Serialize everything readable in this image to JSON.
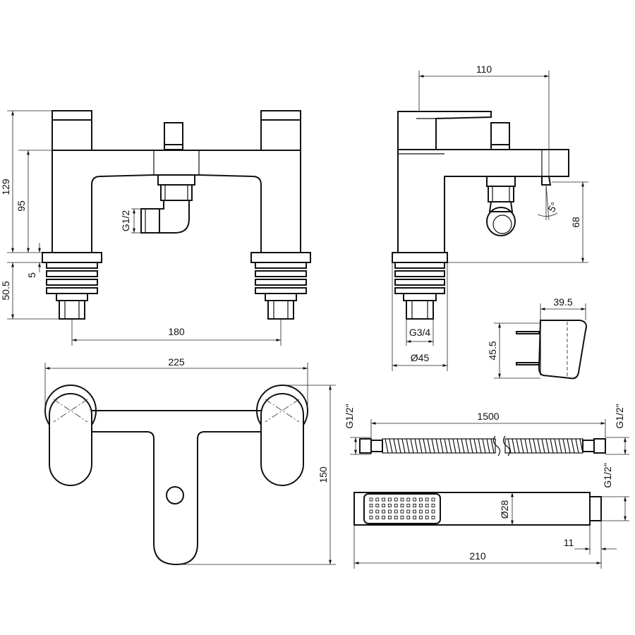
{
  "dimensions": {
    "total_height": "129",
    "body_height": "95",
    "gap": "5",
    "lower_height": "50.5",
    "spout_outlet": "G1/2",
    "centres": "180",
    "spout_reach": "110",
    "spout_angle": "5°",
    "outlet_height": "68",
    "tail_thread": "G3/4",
    "base_diameter": "Ø45",
    "bracket_width": "39.5",
    "bracket_height": "45.5",
    "plan_width": "225",
    "plan_depth": "150",
    "hose_thread_left": "G1/2\"",
    "hose_length": "1500",
    "hose_thread_right": "G1/2\"",
    "handset_thread": "G1/2\"",
    "handset_diameter": "Ø28",
    "handset_connector": "11",
    "handset_length": "210"
  }
}
